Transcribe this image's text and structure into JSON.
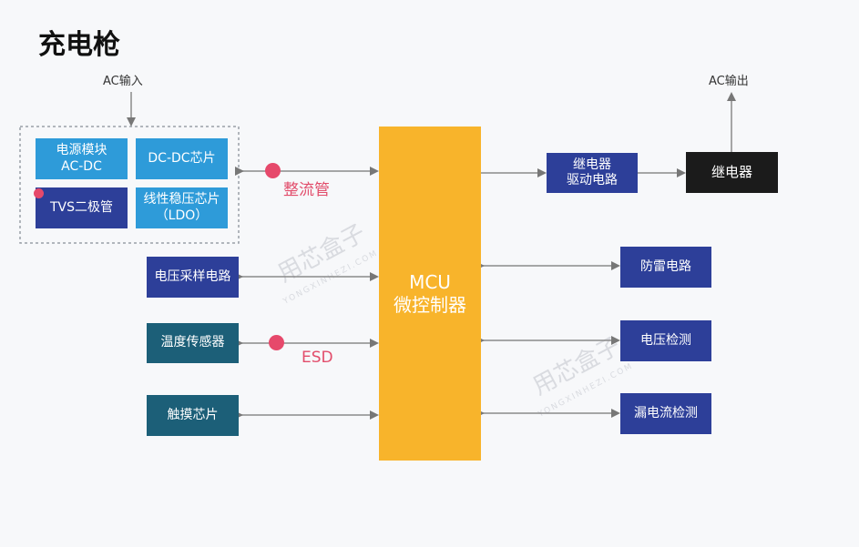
{
  "title": "充电枪",
  "ac_input": "AC输入",
  "ac_output": "AC输出",
  "power_group": {
    "power_module_line1": "电源模块",
    "power_module_line2": "AC-DC",
    "dcdc": "DC-DC芯片",
    "tvs": "TVS二极管",
    "ldo_line1": "线性稳压芯片",
    "ldo_line2": "（LDO）"
  },
  "left_blocks": {
    "voltage_sampling": "电压采样电路",
    "temp_sensor": "温度传感器",
    "touch_chip": "触摸芯片"
  },
  "mcu": {
    "line1": "MCU",
    "line2": "微控制器"
  },
  "right_blocks": {
    "relay_driver_line1": "继电器",
    "relay_driver_line2": "驱动电路",
    "relay": "继电器",
    "lightning": "防雷电路",
    "voltage_detect": "电压检测",
    "leakage_detect": "漏电流检测"
  },
  "annotations": {
    "rectifier": "整流管",
    "esd": "ESD"
  },
  "watermark": {
    "text": "用芯盒子",
    "sub": "YONGXINHEZI.COM"
  },
  "colors": {
    "light_blue": "#2e9bd9",
    "navy": "#2d3f99",
    "teal": "#1c5f78",
    "mcu_orange": "#f8b42b",
    "relay_black": "#1b1b1b",
    "accent_pink": "#e6496b"
  }
}
